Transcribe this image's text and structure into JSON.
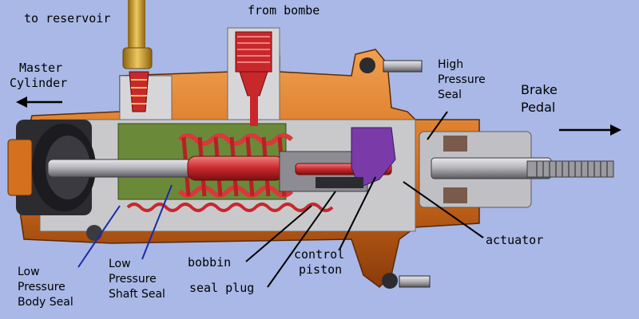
{
  "labels": {
    "to_reservoir": "to reservoir",
    "from_bombe": "from bombe",
    "master_cylinder": [
      "Master",
      "Cylinder"
    ],
    "high_pressure_seal": [
      "High",
      "Pressure",
      "Seal"
    ],
    "brake_pedal": [
      "Brake",
      "Pedal"
    ],
    "actuator": "actuator",
    "bobbin": "bobbin",
    "seal_plug": "seal plug",
    "control_piston": [
      "control",
      "piston"
    ],
    "low_pressure_body_seal": [
      "Low",
      "Pressure",
      "Body Seal"
    ],
    "low_pressure_shaft_seal": [
      "Low",
      "Pressure",
      "Shaft Seal"
    ]
  },
  "colors": {
    "background": "#a9b8e6",
    "body_orange": "#d4701e",
    "body_dark": "#8a3a0a",
    "chamber_green": "#6a8a3a",
    "spring_red": "#d8393b",
    "piston_red": "#c8282c",
    "control_purple": "#7a3aa8",
    "steel": "#b8b8bc",
    "steel_dark": "#3a3a40",
    "brass": "#d8a838",
    "leader_blue": "#1a2aa8"
  }
}
